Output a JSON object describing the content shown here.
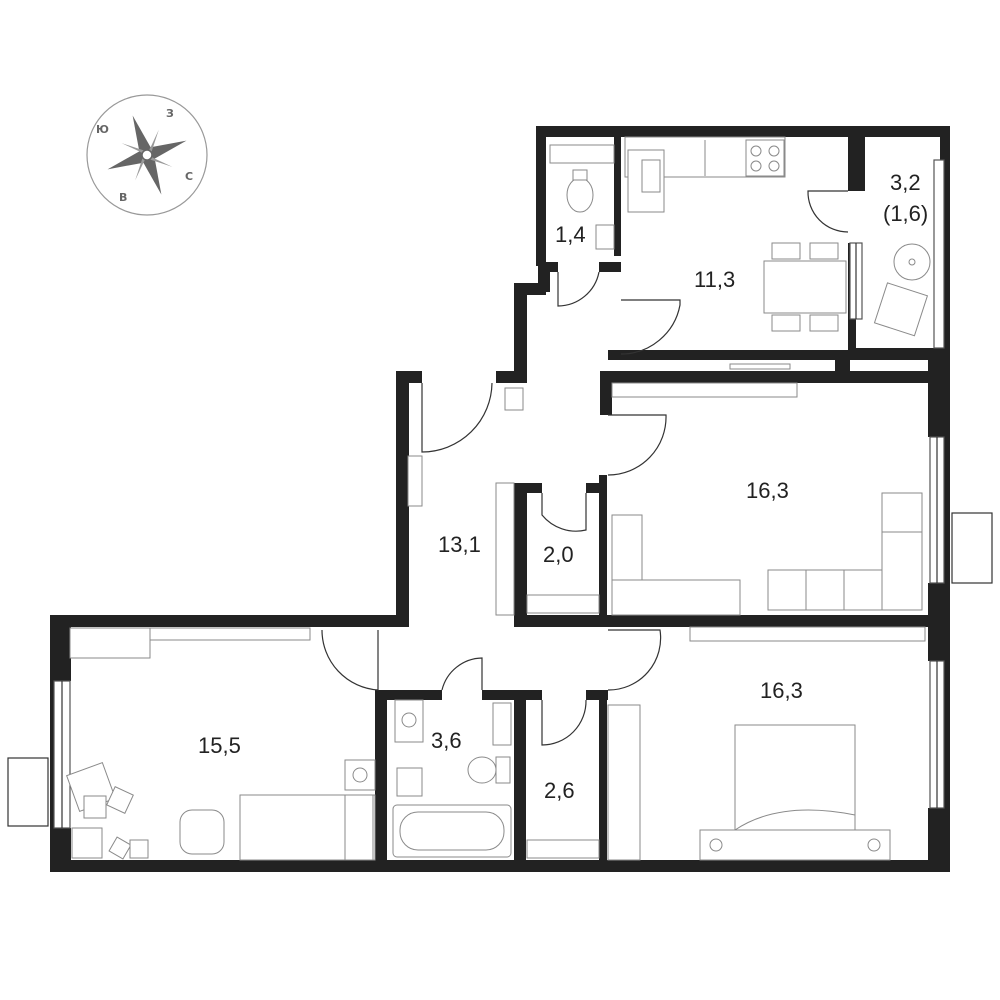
{
  "compass": {
    "north": "З",
    "east": "С",
    "south": "В",
    "west": "Ю"
  },
  "rooms": {
    "wc": "1,4",
    "kitchen": "11,3",
    "balcony_area": "3,2",
    "balcony_sub": "(1,6)",
    "living": "16,3",
    "hall": "13,1",
    "storage_a": "2,0",
    "bedroom_left": "15,5",
    "bath": "3,6",
    "storage_b": "2,6",
    "bedroom_right": "16,3"
  },
  "colors": {
    "wall": "#222222",
    "fixture_stroke": "#8a8a8a",
    "label": "#222222"
  }
}
